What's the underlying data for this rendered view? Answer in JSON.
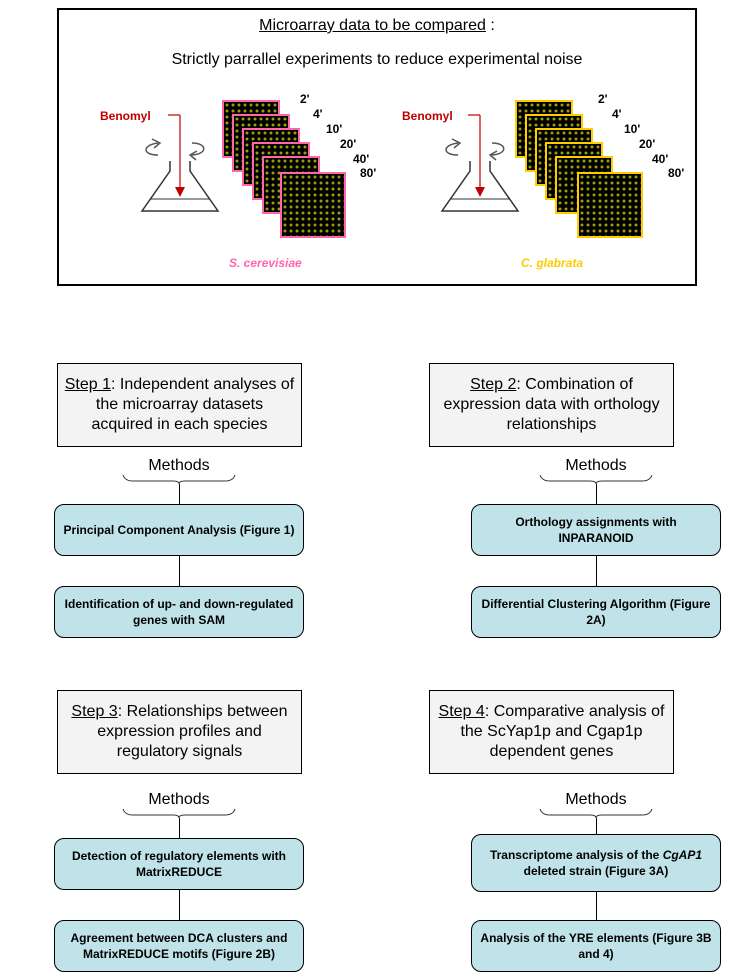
{
  "top": {
    "title": "Microarray data to be compared",
    "title_suffix": " :",
    "subtitle": "Strictly parrallel experiments to reduce experimental noise",
    "benomyl": "Benomyl",
    "time_points": [
      "2'",
      "4'",
      "10'",
      "20'",
      "40'",
      "80'"
    ],
    "species_left": "S. cerevisiae",
    "species_right": "C. glabrata",
    "colors": {
      "sc_frame": "#ff66aa",
      "cg_frame": "#ffcc00",
      "benomyl": "#c00000"
    }
  },
  "methods_label": "Methods",
  "steps": [
    {
      "step": "Step 1",
      "title": ": Independent analyses of the microarray datasets acquired in each species",
      "methods": [
        "Principal Component Analysis (Figure 1)",
        "Identification of up- and down-regulated genes with SAM"
      ]
    },
    {
      "step": "Step 2",
      "title": ": Combination  of expression data with orthology relationships",
      "methods": [
        "Orthology assignments with INPARANOID",
        "Differential Clustering Algorithm (Figure 2A)"
      ]
    },
    {
      "step": "Step 3",
      "title": ": Relationships between expression profiles and regulatory signals",
      "methods": [
        "Detection of regulatory elements with MatrixREDUCE",
        "Agreement between DCA clusters and MatrixREDUCE motifs (Figure 2B)"
      ]
    },
    {
      "step": "Step 4",
      "title": ": Comparative analysis of the ScYap1p and Cgap1p dependent genes",
      "methods_pre": "Transcriptome analysis of the ",
      "methods_em": "CgAP1",
      "methods_post": " deleted strain (Figure 3A)",
      "methods": [
        "",
        "Analysis of the YRE elements (Figure 3B and 4)"
      ]
    }
  ],
  "colors": {
    "method_box": "#bfe3e8",
    "step_box": "#f3f3f3"
  }
}
